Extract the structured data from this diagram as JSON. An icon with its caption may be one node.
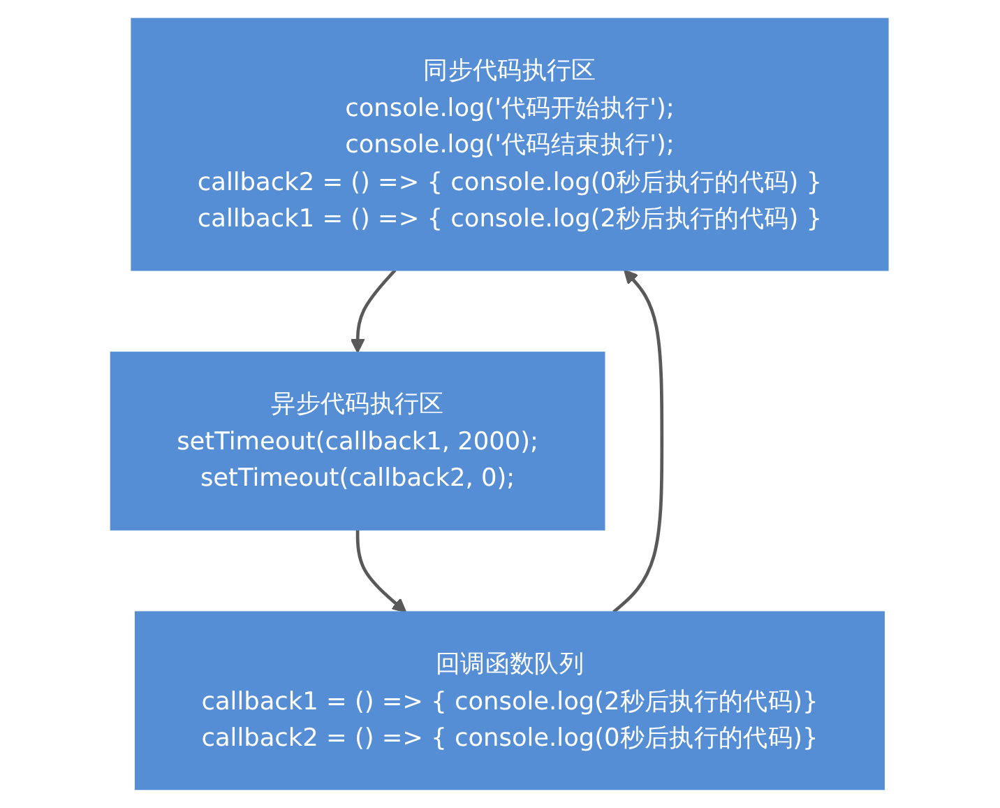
{
  "diagram": {
    "nodes": [
      {
        "text": [
          "同步代码执行区",
          "console.log('代码开始执行');",
          "console.log('代码结束执行');",
          "callback2 = () => { console.log(0秒后执行的代码) }",
          "callback1 = () => { console.log(2秒后执行的代码) }"
        ]
      },
      {
        "text": [
          "异步代码执行区",
          "setTimeout(callback1, 2000);",
          "setTimeout(callback2, 0);"
        ]
      },
      {
        "text": [
          "回调函数队列",
          "callback1 = () => { console.log(2秒后执行的代码)}",
          "callback2 = () => { console.log(0秒后执行的代码)}"
        ]
      }
    ],
    "edges": [
      {
        "from": 0,
        "to": 1,
        "arrow": "to"
      },
      {
        "from": 1,
        "to": 2,
        "arrow": "to"
      },
      {
        "from": 2,
        "to": 0,
        "arrow": "to"
      }
    ]
  }
}
